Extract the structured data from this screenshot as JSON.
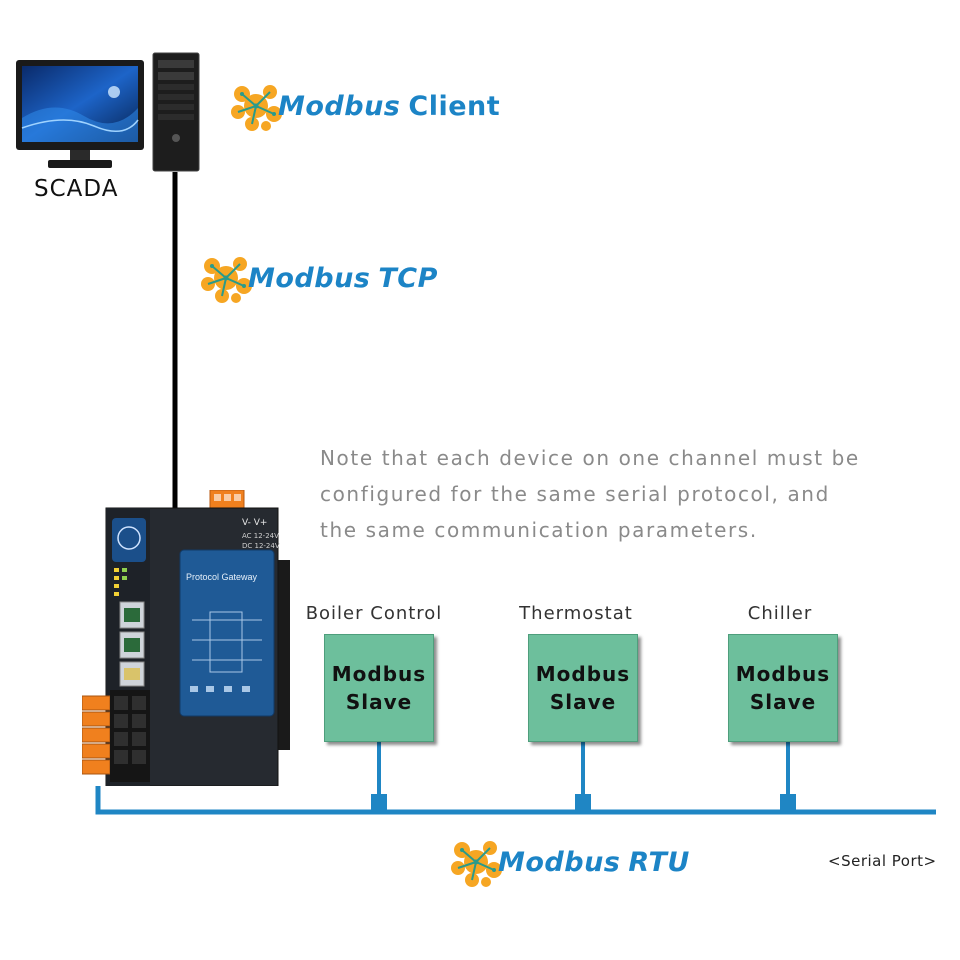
{
  "scada": {
    "label": "SCADA"
  },
  "logos": {
    "word": "Modbus",
    "client": "Client",
    "tcp": "TCP",
    "rtu": "RTU"
  },
  "note": {
    "line1": "Note that each device on one channel must be",
    "line2": "configured for the same serial protocol, and",
    "line3": "the same communication parameters."
  },
  "gateway": {
    "panel_title": "Protocol Gateway",
    "power_label": "V- V+",
    "ac_label": "AC 12-24V",
    "dc_label": "DC 12-24V"
  },
  "devices": [
    {
      "label": "Boiler Control",
      "line1": "Modbus",
      "line2": "Slave"
    },
    {
      "label": "Thermostat",
      "line1": "Modbus",
      "line2": "Slave"
    },
    {
      "label": "Chiller",
      "line1": "Modbus",
      "line2": "Slave"
    }
  ],
  "serial_port": "<Serial Port>",
  "colors": {
    "bus": "#1f86c4",
    "slave_fill": "#6dbf9c",
    "logo_text": "#1c84c6",
    "logo_orange": "#f6a623",
    "note_text": "#8a8a8a"
  }
}
